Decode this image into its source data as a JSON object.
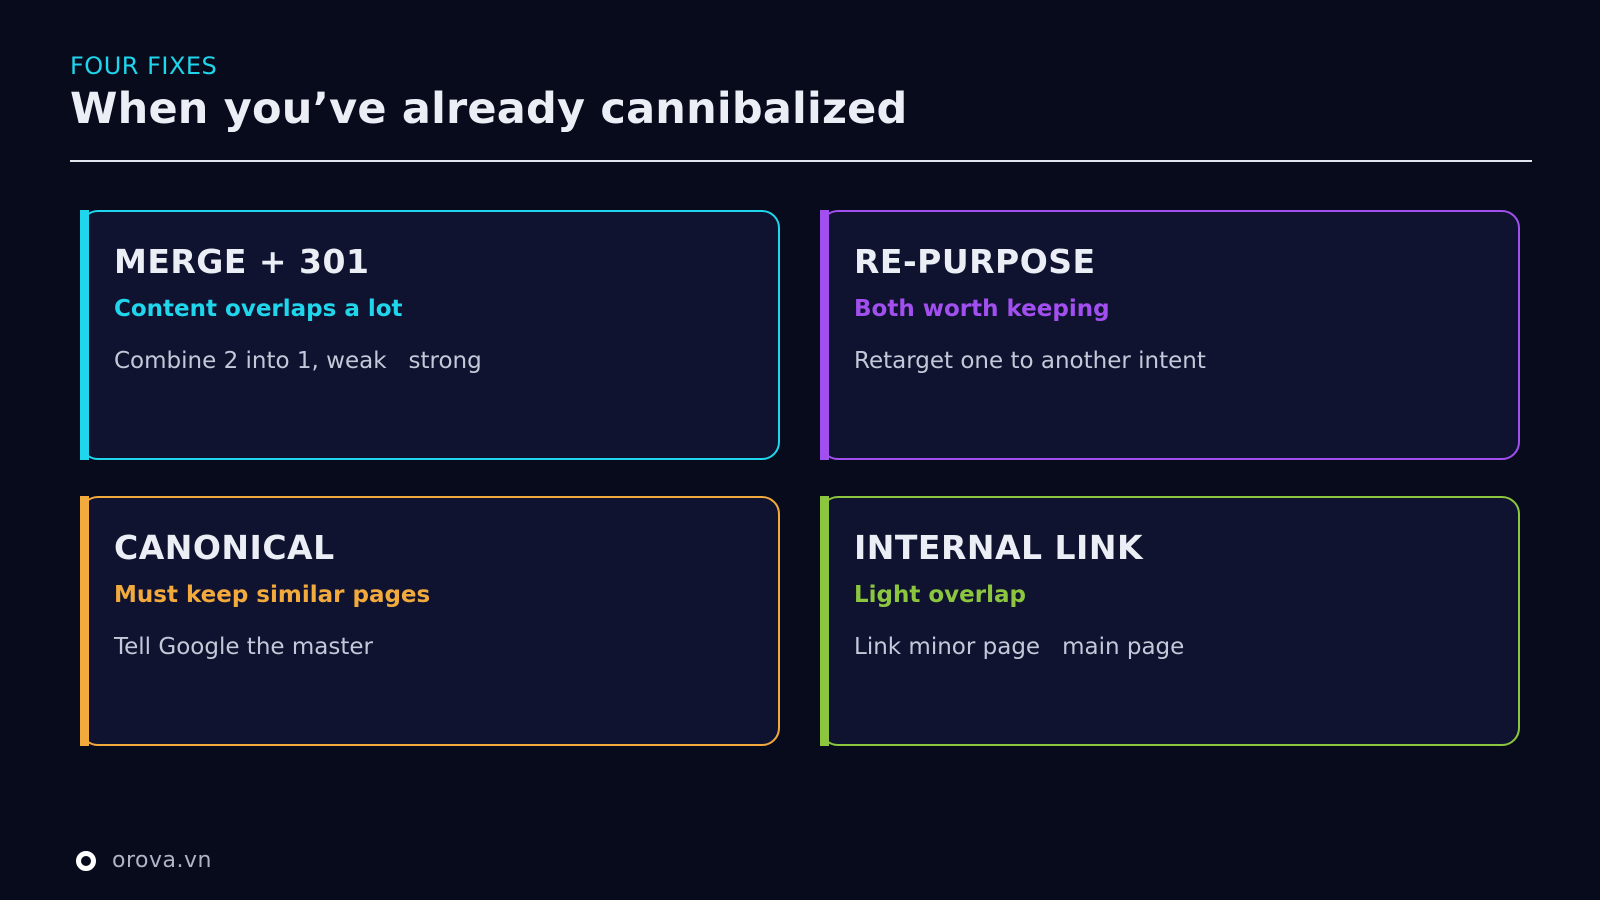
{
  "header": {
    "eyebrow": "FOUR FIXES",
    "title": "When you’ve already cannibalized"
  },
  "cards": [
    {
      "heading": "MERGE + 301",
      "subtitle": "Content overlaps a lot",
      "desc_before": "Combine 2 into 1, weak",
      "desc_after": "strong",
      "accent": "#1fd6ec"
    },
    {
      "heading": "RE-PURPOSE",
      "subtitle": "Both worth keeping",
      "desc_before": "Retarget one to another intent",
      "desc_after": "",
      "accent": "#a24ff0"
    },
    {
      "heading": "CANONICAL",
      "subtitle": "Must keep similar pages",
      "desc_before": "Tell Google the master",
      "desc_after": "",
      "accent": "#f2aa3d"
    },
    {
      "heading": "INTERNAL LINK",
      "subtitle": "Light overlap",
      "desc_before": "Link minor page",
      "desc_after": "main page",
      "accent": "#8cc63f"
    }
  ],
  "footer": {
    "brand": "orova.vn",
    "logo_icon": "ring-logo-icon"
  }
}
